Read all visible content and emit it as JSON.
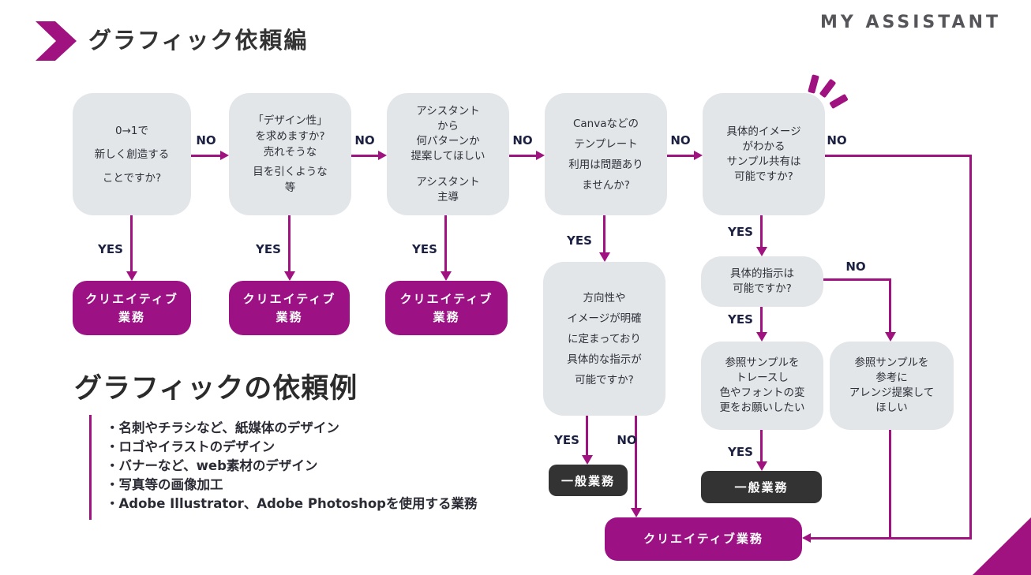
{
  "header": {
    "title": "グラフィック依頼編",
    "logo": "MY ASSISTANT"
  },
  "labels": {
    "yes": "YES",
    "no": "NO"
  },
  "colors": {
    "accent": "#A0127F",
    "creative_node": "#9C1184",
    "decision_node": "#E2E6E9",
    "general_node": "#333333",
    "label_text": "#1D2141"
  },
  "flow": {
    "d1": {
      "lines": [
        "0→1で",
        "新しく創造する",
        "ことですか?"
      ]
    },
    "d2": {
      "lines": [
        "「デザイン性」",
        "を求めますか?",
        "売れそうな",
        "目を引くような",
        "等"
      ]
    },
    "d3": {
      "lines": [
        "アシスタント",
        "から",
        "何パターンか",
        "提案してほしい"
      ],
      "lines2": [
        "アシスタント",
        "主導"
      ]
    },
    "d4": {
      "lines": [
        "Canvaなどの",
        "テンプレート",
        "利用は問題あり",
        "ませんか?"
      ]
    },
    "d5": {
      "lines": [
        "具体的イメージ",
        "がわかる",
        "サンプル共有は",
        "可能ですか?"
      ]
    },
    "d6": {
      "lines": [
        "方向性や",
        "イメージが明確",
        "に定まっており",
        "具体的な指示が",
        "可能ですか?"
      ]
    },
    "d7": {
      "lines": [
        "具体的指示は",
        "可能ですか?"
      ]
    },
    "d8": {
      "lines": [
        "参照サンプルを",
        "トレースし",
        "色やフォントの変",
        "更をお願いしたい"
      ]
    },
    "d9": {
      "lines": [
        "参照サンプルを",
        "参考に",
        "アレンジ提案して",
        "ほしい"
      ]
    },
    "creative_two_lines": [
      "クリエイティブ",
      "業務"
    ],
    "creative_one_line": "クリエイティブ業務",
    "general": "一般業務"
  },
  "examples": {
    "heading": "グラフィックの依頼例",
    "items": [
      "・名刺やチラシなど、紙媒体のデザイン",
      "・ロゴやイラストのデザイン",
      "・バナーなど、web素材のデザイン",
      "・写真等の画像加工",
      "・Adobe Illustrator、Adobe Photoshopを使用する業務"
    ]
  }
}
